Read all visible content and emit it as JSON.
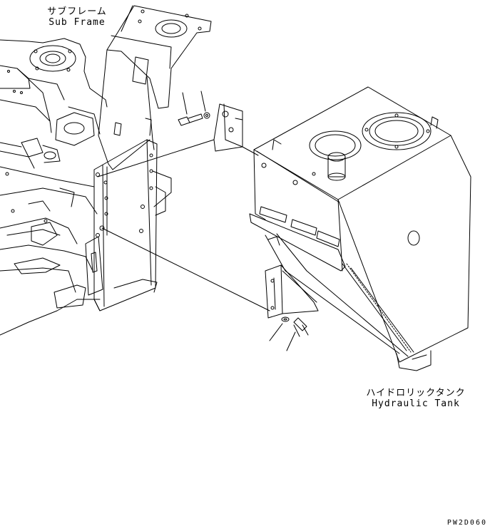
{
  "labels": {
    "sub_frame_jp": "サブフレーム",
    "sub_frame_en": "Sub Frame",
    "hydraulic_tank_jp": "ハイドロリックタンク",
    "hydraulic_tank_en": "Hydraulic Tank",
    "drawing_code": "PW2D060"
  },
  "colors": {
    "ink": "#000000",
    "paper": "#ffffff"
  }
}
